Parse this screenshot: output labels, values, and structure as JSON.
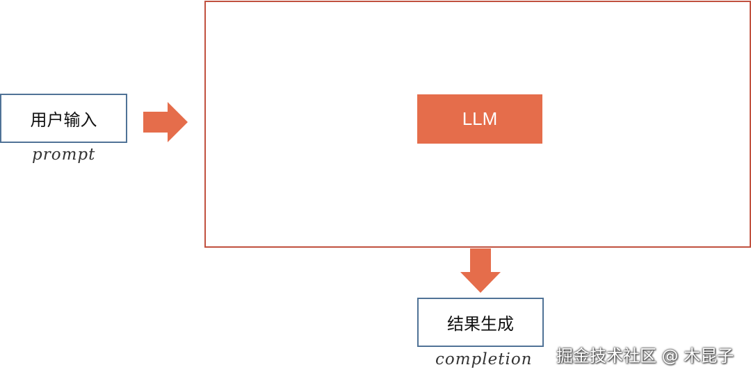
{
  "nodes": {
    "input": {
      "label": "用户输入",
      "caption": "prompt"
    },
    "llm": {
      "label": "LLM"
    },
    "output": {
      "label": "结果生成",
      "caption": "completion"
    }
  },
  "watermark": "掘金技术社区 @ 木昆子",
  "colors": {
    "box_border_blue": "#4f7296",
    "container_border": "#c0503e",
    "llm_fill": "#e56d4b",
    "arrow_fill": "#e56d4b",
    "text": "#111111"
  }
}
